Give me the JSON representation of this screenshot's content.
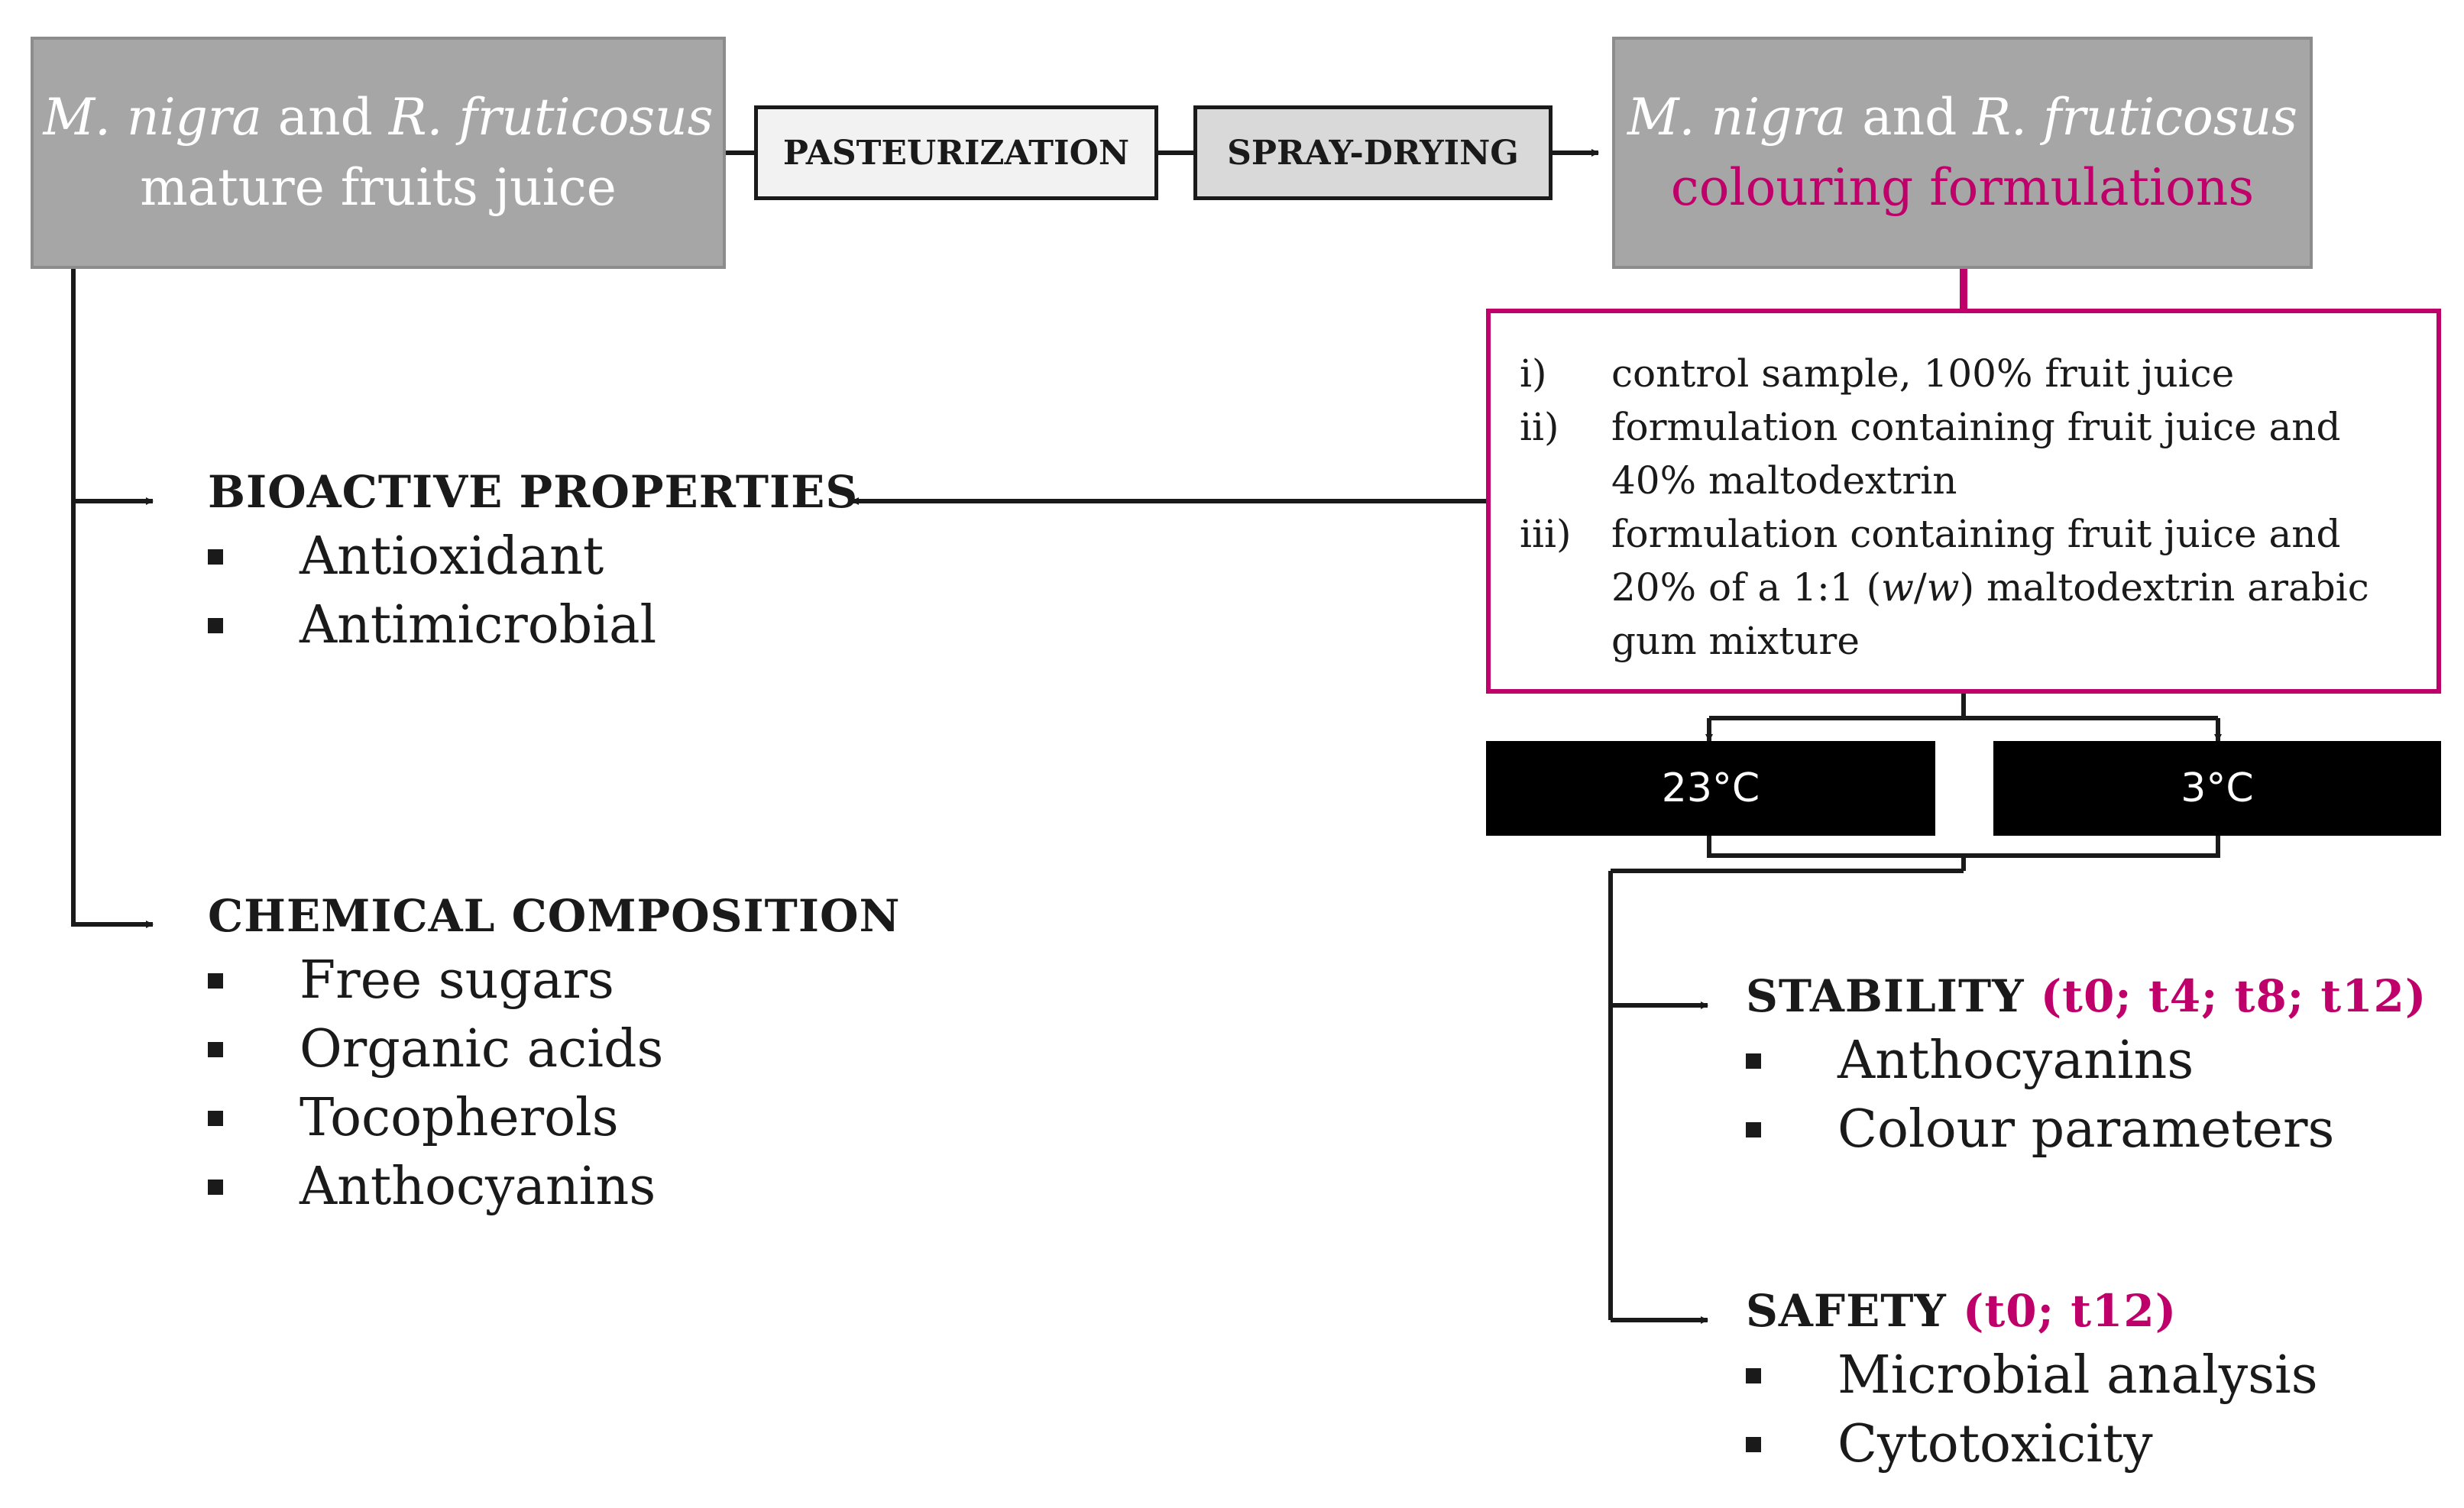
{
  "source_box": {
    "line1_species_a": "M. nigra",
    "line1_and": "and",
    "line1_species_b": "R. fruticosus",
    "line2": "mature fruits juice"
  },
  "steps": {
    "pasteurization": "PASTEURIZATION",
    "spray_drying": "SPRAY-DRYING"
  },
  "product_box": {
    "line1_species_a": "M. nigra",
    "line1_and": "and",
    "line1_species_b": "R. fruticosus",
    "line2": "colouring formulations"
  },
  "formulations": [
    {
      "num": "i)",
      "lines": [
        "control sample, 100% fruit juice"
      ]
    },
    {
      "num": "ii)",
      "lines": [
        "formulation containing fruit juice and",
        "40% maltodextrin"
      ]
    },
    {
      "num": "iii)",
      "line_a": "formulation containing fruit juice and",
      "line_b_pre": "20% of a 1:1 (",
      "line_b_w1": "w",
      "line_b_slash": "/",
      "line_b_w2": "w",
      "line_b_post": ") maltodextrin arabic",
      "line_c": "gum mixture"
    }
  ],
  "temperatures": {
    "warm": "23°C",
    "cold": "3°C"
  },
  "bioactive": {
    "heading": "BIOACTIVE PROPERTIES",
    "items": [
      "Antioxidant",
      "Antimicrobial"
    ]
  },
  "chemical": {
    "heading": "CHEMICAL COMPOSITION",
    "items": [
      "Free sugars",
      "Organic acids",
      "Tocopherols",
      "Anthocyanins"
    ]
  },
  "stability": {
    "heading": "STABILITY",
    "times": "(t0; t4; t8; t12)",
    "items": [
      "Anthocyanins",
      "Colour parameters"
    ]
  },
  "safety": {
    "heading": "SAFETY",
    "times": "(t0; t12)",
    "items": [
      "Microbial analysis",
      "Cytotoxicity"
    ]
  },
  "colors": {
    "accent": "#c0006a",
    "gray_box": "#a6a6a6",
    "temp_box": "#000000"
  }
}
